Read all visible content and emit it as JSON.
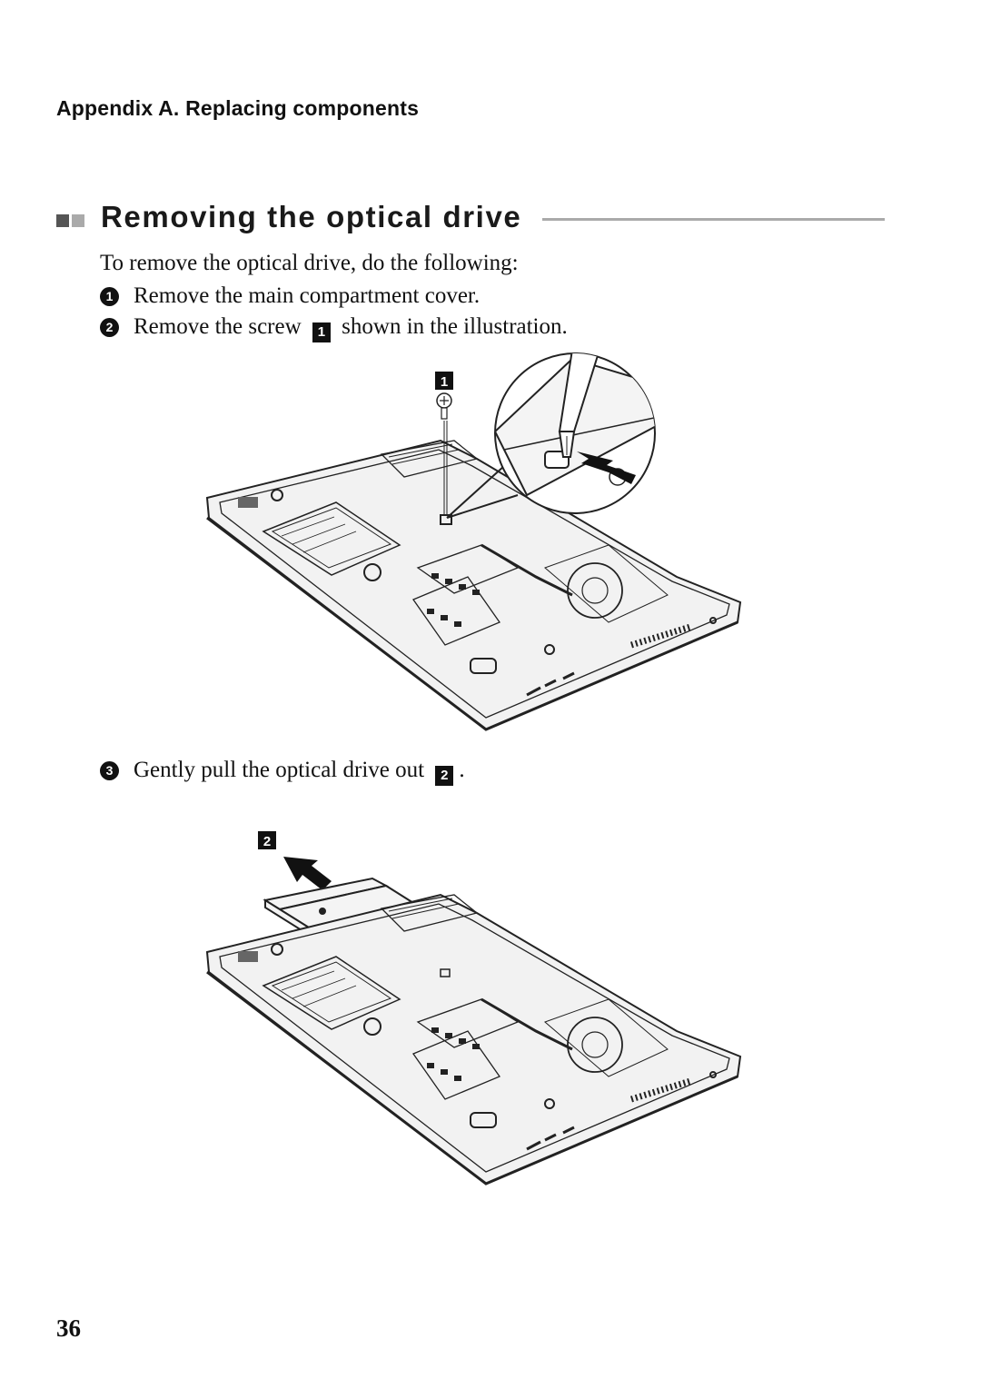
{
  "header": {
    "text": "Appendix A. Replacing components"
  },
  "section": {
    "title": "Removing the optical drive"
  },
  "intro": "To remove the optical drive, do the following:",
  "steps": [
    {
      "number": "1",
      "text": "Remove the main compartment cover."
    },
    {
      "number": "2",
      "text_before": "Remove the screw",
      "callout": "1",
      "text_after": "shown in the illustration."
    },
    {
      "number": "3",
      "text_before": "Gently pull the optical drive out",
      "callout": "2",
      "text_after": "."
    }
  ],
  "figures": [
    {
      "callout": "1"
    },
    {
      "callout": "2"
    }
  ],
  "page_number": "36"
}
